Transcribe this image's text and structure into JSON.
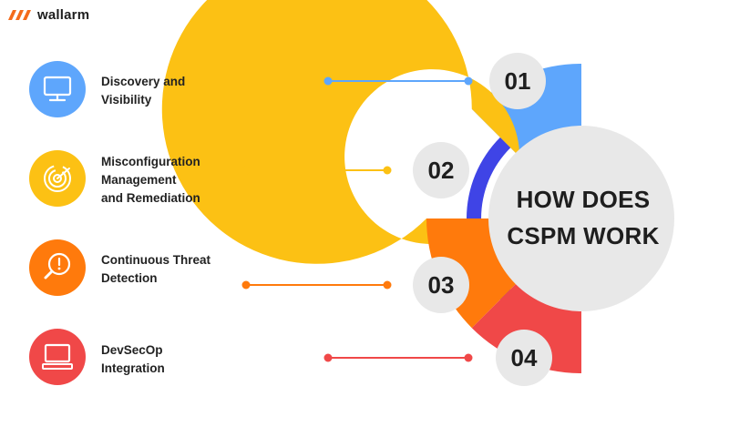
{
  "brand": {
    "name": "wallarm",
    "color": "#f46b1b"
  },
  "title": {
    "line1": "HOW DOES",
    "line2": "CSPM WORK"
  },
  "colors": {
    "outer_ring": "#3f44e6",
    "hub": "#e8e8e8",
    "badge": "#e8e8e8"
  },
  "steps": [
    {
      "number": "01",
      "label_lines": [
        "Discovery and",
        "Visibility"
      ],
      "color": "#5ea6fc",
      "icon": "monitor-icon"
    },
    {
      "number": "02",
      "label_lines": [
        "Misconfiguration",
        "Management",
        "and Remediation"
      ],
      "color": "#fcc114",
      "icon": "target-icon"
    },
    {
      "number": "03",
      "label_lines": [
        "Continuous Threat",
        "Detection"
      ],
      "color": "#ff7a0c",
      "icon": "alert-magnifier-icon"
    },
    {
      "number": "04",
      "label_lines": [
        "DevSecOp",
        "Integration"
      ],
      "color": "#f04848",
      "icon": "laptop-icon"
    }
  ]
}
